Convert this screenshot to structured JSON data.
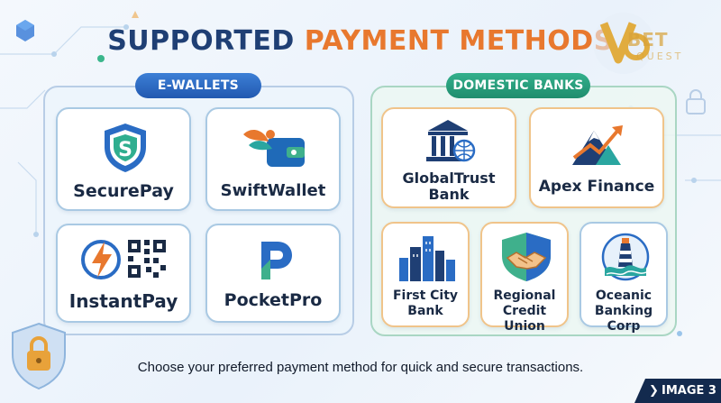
{
  "title": {
    "part1": "SUPPORTED ",
    "part2": "PAYMENT METHODS"
  },
  "logo": {
    "brand": "BET",
    "sub": "QUEST"
  },
  "sections": {
    "ewallets": {
      "label": "E-WALLETS",
      "items": [
        {
          "name": "SecurePay",
          "icon": "shield-s-icon"
        },
        {
          "name": "SwiftWallet",
          "icon": "bird-wallet-icon"
        },
        {
          "name": "InstantPay",
          "icon": "lightning-qr-icon"
        },
        {
          "name": "PocketPro",
          "icon": "p-logo-icon"
        }
      ]
    },
    "banks": {
      "label": "DOMESTIC BANKS",
      "items": [
        {
          "name": "GlobalTrust Bank",
          "line1": "GlobalTrust",
          "line2": "Bank",
          "icon": "bank-globe-icon"
        },
        {
          "name": "Apex Finance",
          "icon": "mountain-arrow-icon"
        },
        {
          "name": "First City Bank",
          "line1": "First City",
          "line2": "Bank",
          "icon": "city-skyline-icon"
        },
        {
          "name": "Regional Credit Union",
          "line1": "Regional",
          "line2": "Credit Union",
          "icon": "handshake-shield-icon"
        },
        {
          "name": "Oceanic Banking Corp",
          "line1": "Oceanic",
          "line2": "Banking Corp",
          "icon": "lighthouse-icon"
        }
      ]
    }
  },
  "footer": "Choose your preferred payment method for quick and secure transactions.",
  "badge": "IMAGE 3",
  "colors": {
    "title_dark": "#1f3f74",
    "title_accent": "#e8782e",
    "ewallet_pill": "#2a6cc4",
    "bank_pill": "#27a07e",
    "badge_bg": "#132a4e"
  }
}
